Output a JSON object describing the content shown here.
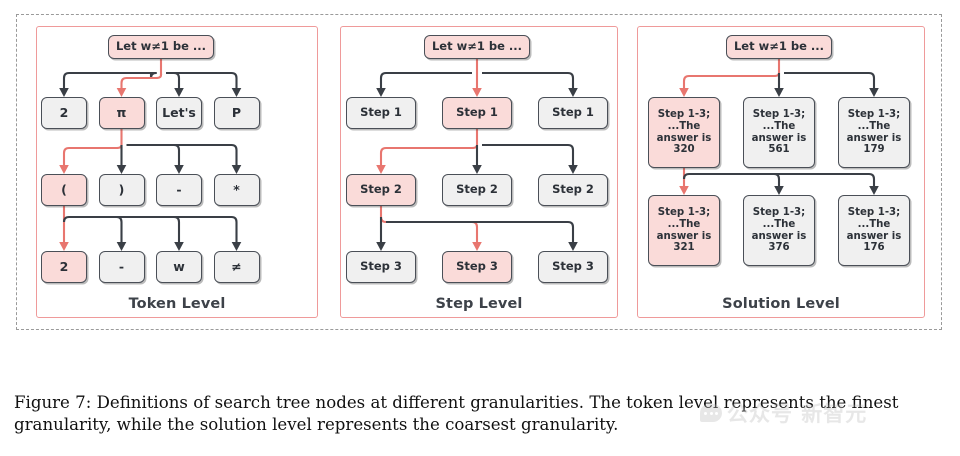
{
  "figure": {
    "caption": "Figure 7: Definitions of search tree nodes at different granularities. The token level represents the finest granularity, while the solution level represents the coarsest granularity.",
    "root_label": "Let w≠1 be ...",
    "colors": {
      "highlight_fill": "#fadbd9",
      "node_fill": "#f0f0f0",
      "node_border": "#4a4f57",
      "panel_border": "#ef9a9a",
      "arrow_dark": "#3a3f46",
      "arrow_red": "#e8766f",
      "frame_dash": "#9a9a9a"
    }
  },
  "watermark": {
    "text": "公众号 新智元",
    "icon": "speech-bubble-icon"
  },
  "panels": [
    {
      "id": "token",
      "title": "Token Level",
      "root": "Let w≠1 be ...",
      "rows": [
        {
          "nodes": [
            {
              "label": "2",
              "highlight": false
            },
            {
              "label": "π",
              "highlight": true
            },
            {
              "label": "Let's",
              "highlight": false
            },
            {
              "label": "P",
              "highlight": false
            }
          ]
        },
        {
          "nodes": [
            {
              "label": "(",
              "highlight": true
            },
            {
              "label": ")",
              "highlight": false
            },
            {
              "label": "-",
              "highlight": false
            },
            {
              "label": "*",
              "highlight": false
            }
          ]
        },
        {
          "nodes": [
            {
              "label": "2",
              "highlight": true
            },
            {
              "label": "-",
              "highlight": false
            },
            {
              "label": "w",
              "highlight": false
            },
            {
              "label": "≠",
              "highlight": false
            }
          ]
        }
      ]
    },
    {
      "id": "step",
      "title": "Step Level",
      "root": "Let w≠1 be ...",
      "rows": [
        {
          "nodes": [
            {
              "label": "Step 1",
              "highlight": false
            },
            {
              "label": "Step 1",
              "highlight": true
            },
            {
              "label": "Step 1",
              "highlight": false
            }
          ]
        },
        {
          "nodes": [
            {
              "label": "Step 2",
              "highlight": true
            },
            {
              "label": "Step 2",
              "highlight": false
            },
            {
              "label": "Step 2",
              "highlight": false
            }
          ]
        },
        {
          "nodes": [
            {
              "label": "Step 3",
              "highlight": false
            },
            {
              "label": "Step 3",
              "highlight": true
            },
            {
              "label": "Step 3",
              "highlight": false
            }
          ]
        }
      ]
    },
    {
      "id": "solution",
      "title": "Solution Level",
      "root": "Let w≠1 be ...",
      "line1": "Step 1-3;",
      "line2": "...The",
      "line3": "answer is",
      "rows": [
        {
          "nodes": [
            {
              "answer": "320",
              "highlight": true
            },
            {
              "answer": "561",
              "highlight": false
            },
            {
              "answer": "179",
              "highlight": false
            }
          ]
        },
        {
          "nodes": [
            {
              "answer": "321",
              "highlight": true
            },
            {
              "answer": "376",
              "highlight": false
            },
            {
              "answer": "176",
              "highlight": false
            }
          ]
        }
      ]
    }
  ]
}
